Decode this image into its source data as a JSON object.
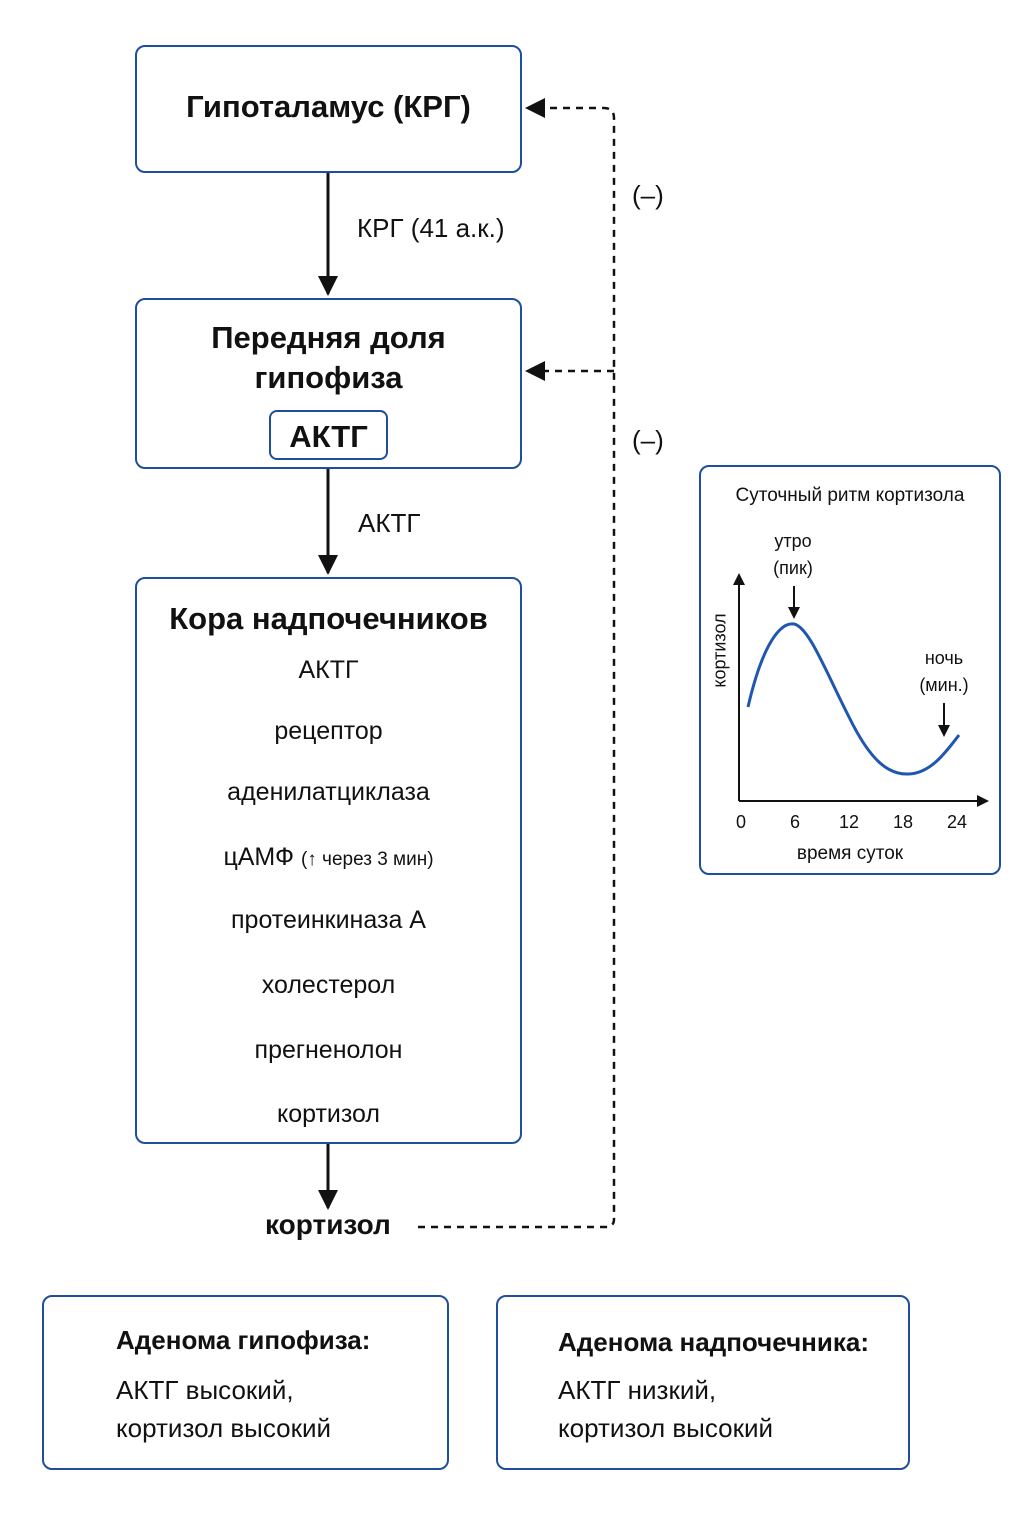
{
  "hypothalamus": {
    "title": "Гипоталамус (КРГ)"
  },
  "arrow_crh": {
    "label": "КРГ (41 а.к.)"
  },
  "pituitary": {
    "title_line1": "Передняя доля",
    "title_line2": "гипофиза",
    "badge": "АКТГ"
  },
  "arrow_acth": {
    "label": "АКТГ"
  },
  "adrenal": {
    "title": "Кора надпочечников",
    "steps": [
      "АКТГ",
      "рецептор",
      "аденилатциклаза",
      "цАМФ",
      "протеинкиназа А",
      "холестерол",
      "прегненолон",
      "кортизол"
    ],
    "camp_note": "(↑ через 3 мин)"
  },
  "output": {
    "label": "кортизол"
  },
  "feedback": {
    "upper": "(–)",
    "lower": "(–)"
  },
  "rhythm": {
    "title": "Суточный ритм кортизола",
    "ylabel": "кортизол",
    "xlabel": "время суток",
    "ticks": [
      "0",
      "6",
      "12",
      "18",
      "24"
    ],
    "peak_label_line1": "утро",
    "peak_label_line2": "(пик)",
    "min_label_line1": "ночь",
    "min_label_line2": "(мин.)"
  },
  "pituitary_adenoma": {
    "title": "Аденома гипофиза:",
    "line1": "АКТГ высокий,",
    "line2": "кортизол высокий"
  },
  "adrenal_adenoma": {
    "title": "Аденома надпочечника:",
    "line1": "АКТГ низкий,",
    "line2": "кортизол высокий"
  }
}
